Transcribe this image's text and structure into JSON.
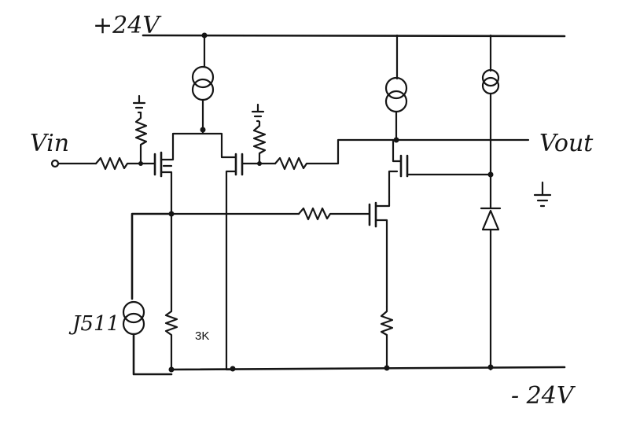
{
  "labels": {
    "supply_positive": "+24V",
    "supply_negative": "- 24V",
    "input": "Vin",
    "output": "Vout",
    "jfet_label": "J511",
    "resistor_value": "3K"
  }
}
